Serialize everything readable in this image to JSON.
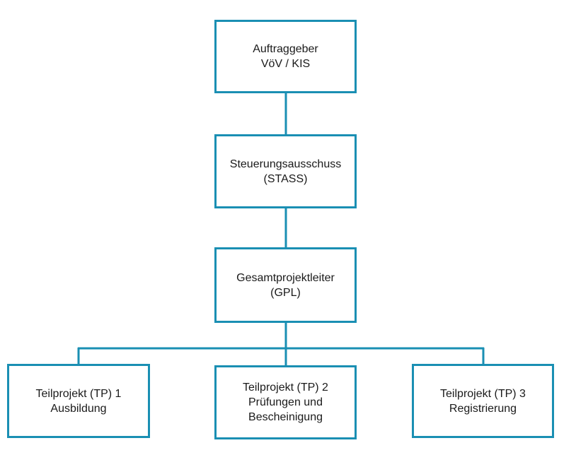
{
  "colors": {
    "box_border": "#1a8fb3",
    "connector": "#1a8fb3",
    "text": "#1a1a1a",
    "background": "#ffffff"
  },
  "nodes": {
    "client": {
      "line1": "Auftraggeber",
      "line2": "VöV / KIS"
    },
    "steering": {
      "line1": "Steuerungsausschuss",
      "line2": "(STASS)"
    },
    "gpl": {
      "line1": "Gesamtprojektleiter",
      "line2": "(GPL)"
    },
    "tp1": {
      "line1": "Teilprojekt (TP) 1",
      "line2": "Ausbildung"
    },
    "tp2": {
      "line1": "Teilprojekt (TP) 2",
      "line2": "Prüfungen und",
      "line3": "Bescheinigung"
    },
    "tp3": {
      "line1": "Teilprojekt (TP) 3",
      "line2": "Registrierung"
    }
  }
}
